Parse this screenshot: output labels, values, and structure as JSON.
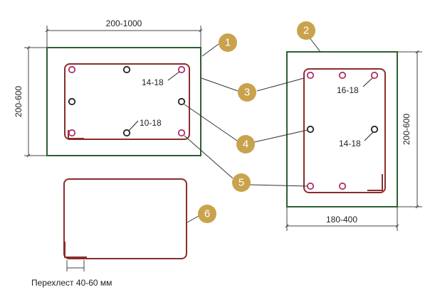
{
  "colors": {
    "concrete_outline": "#2e5e34",
    "stirrup": "#8b2c2c",
    "rebar_bottom": "#b0306a",
    "rebar_side": "#222222",
    "badge": "#c9a24c",
    "dim_line": "#444444"
  },
  "section1": {
    "width_dim": "200-1000",
    "height_dim": "200-600",
    "label_top": "14-18",
    "label_bottom": "10-18"
  },
  "section2": {
    "width_dim": "180-400",
    "height_dim": "200-600",
    "label_top": "16-18",
    "label_side": "14-18"
  },
  "badges": [
    "1",
    "2",
    "3",
    "4",
    "5",
    "6"
  ],
  "stirrup_note": "Перехлест 40-60 мм"
}
